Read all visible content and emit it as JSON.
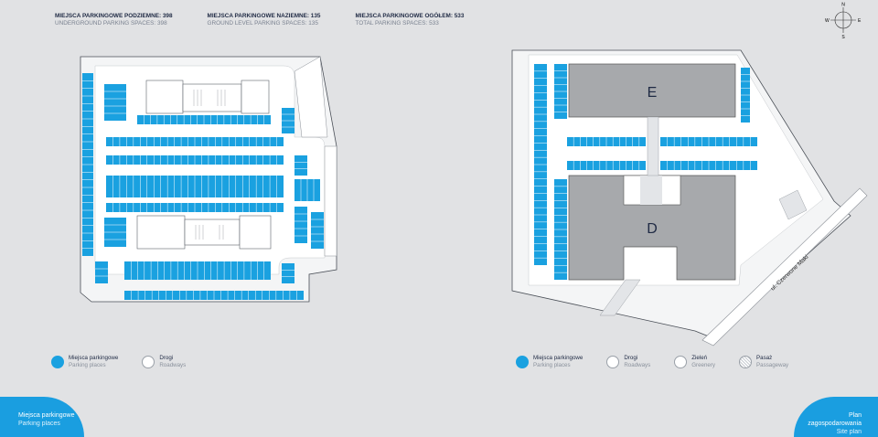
{
  "stats": [
    {
      "pl": "MIEJSCA PARKINGOWE PODZIEMNE: 398",
      "en": "UNDERGROUND PARKING SPACES: 398"
    },
    {
      "pl": "MIEJSCA PARKINGOWE NAZIEMNE: 135",
      "en": "GROUND LEVEL PARKING SPACES: 135"
    },
    {
      "pl": "MIEJSCA PARKINGOWE OGÓŁEM: 533",
      "en": "TOTAL PARKING SPACES: 533"
    }
  ],
  "compass": {
    "n": "N",
    "s": "S",
    "e": "E",
    "w": "W"
  },
  "buildings": {
    "e": "E",
    "d": "D"
  },
  "street": "ul. Czerwone Maki",
  "legend_left": [
    {
      "pl": "Miejsca parkingowe",
      "en": "Parking places",
      "icon": "parking-swatch"
    },
    {
      "pl": "Drogi",
      "en": "Roadways",
      "icon": "roadway-swatch"
    }
  ],
  "legend_right": [
    {
      "pl": "Miejsca parkingowe",
      "en": "Parking places",
      "icon": "parking-swatch"
    },
    {
      "pl": "Drogi",
      "en": "Roadways",
      "icon": "roadway-swatch"
    },
    {
      "pl": "Zieleń",
      "en": "Greenery",
      "icon": "greenery-swatch"
    },
    {
      "pl": "Pasaż",
      "en": "Passageway",
      "icon": "passageway-swatch"
    }
  ],
  "tab_left": {
    "pl": "Miejsca parkingowe",
    "en": "Parking places"
  },
  "tab_right": {
    "pl": "Plan zagospodarowania",
    "en": "Site plan"
  },
  "colors": {
    "parking": "#1aa1e0",
    "road": "#ffffff",
    "building": "#a7a9ac",
    "background": "#e1e2e4",
    "accent": "#1a9ee0"
  }
}
